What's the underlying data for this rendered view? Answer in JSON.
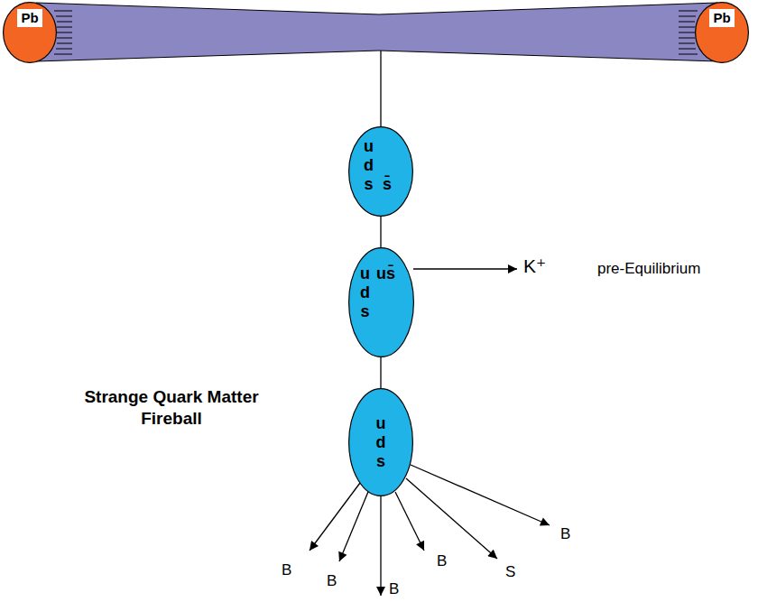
{
  "diagram": {
    "nodes": [
      {
        "text": [
          "Pb"
        ]
      },
      {
        "text": [
          "Pb"
        ]
      },
      {
        "text": [
          "u d s",
          "s̄"
        ]
      },
      {
        "text": [
          "u d s",
          "us̄"
        ]
      },
      {
        "text": [
          "u d s"
        ]
      }
    ],
    "edges": [
      {
        "from": 2,
        "to": 3,
        "arrow": "none"
      },
      {
        "from": 3,
        "to": 4,
        "arrow": "none"
      }
    ],
    "labels": [
      "K⁺",
      "pre-Equilibrium",
      "Strange Quark Matter Fireball",
      "B",
      "B",
      "B",
      "B",
      "S",
      "B"
    ]
  }
}
